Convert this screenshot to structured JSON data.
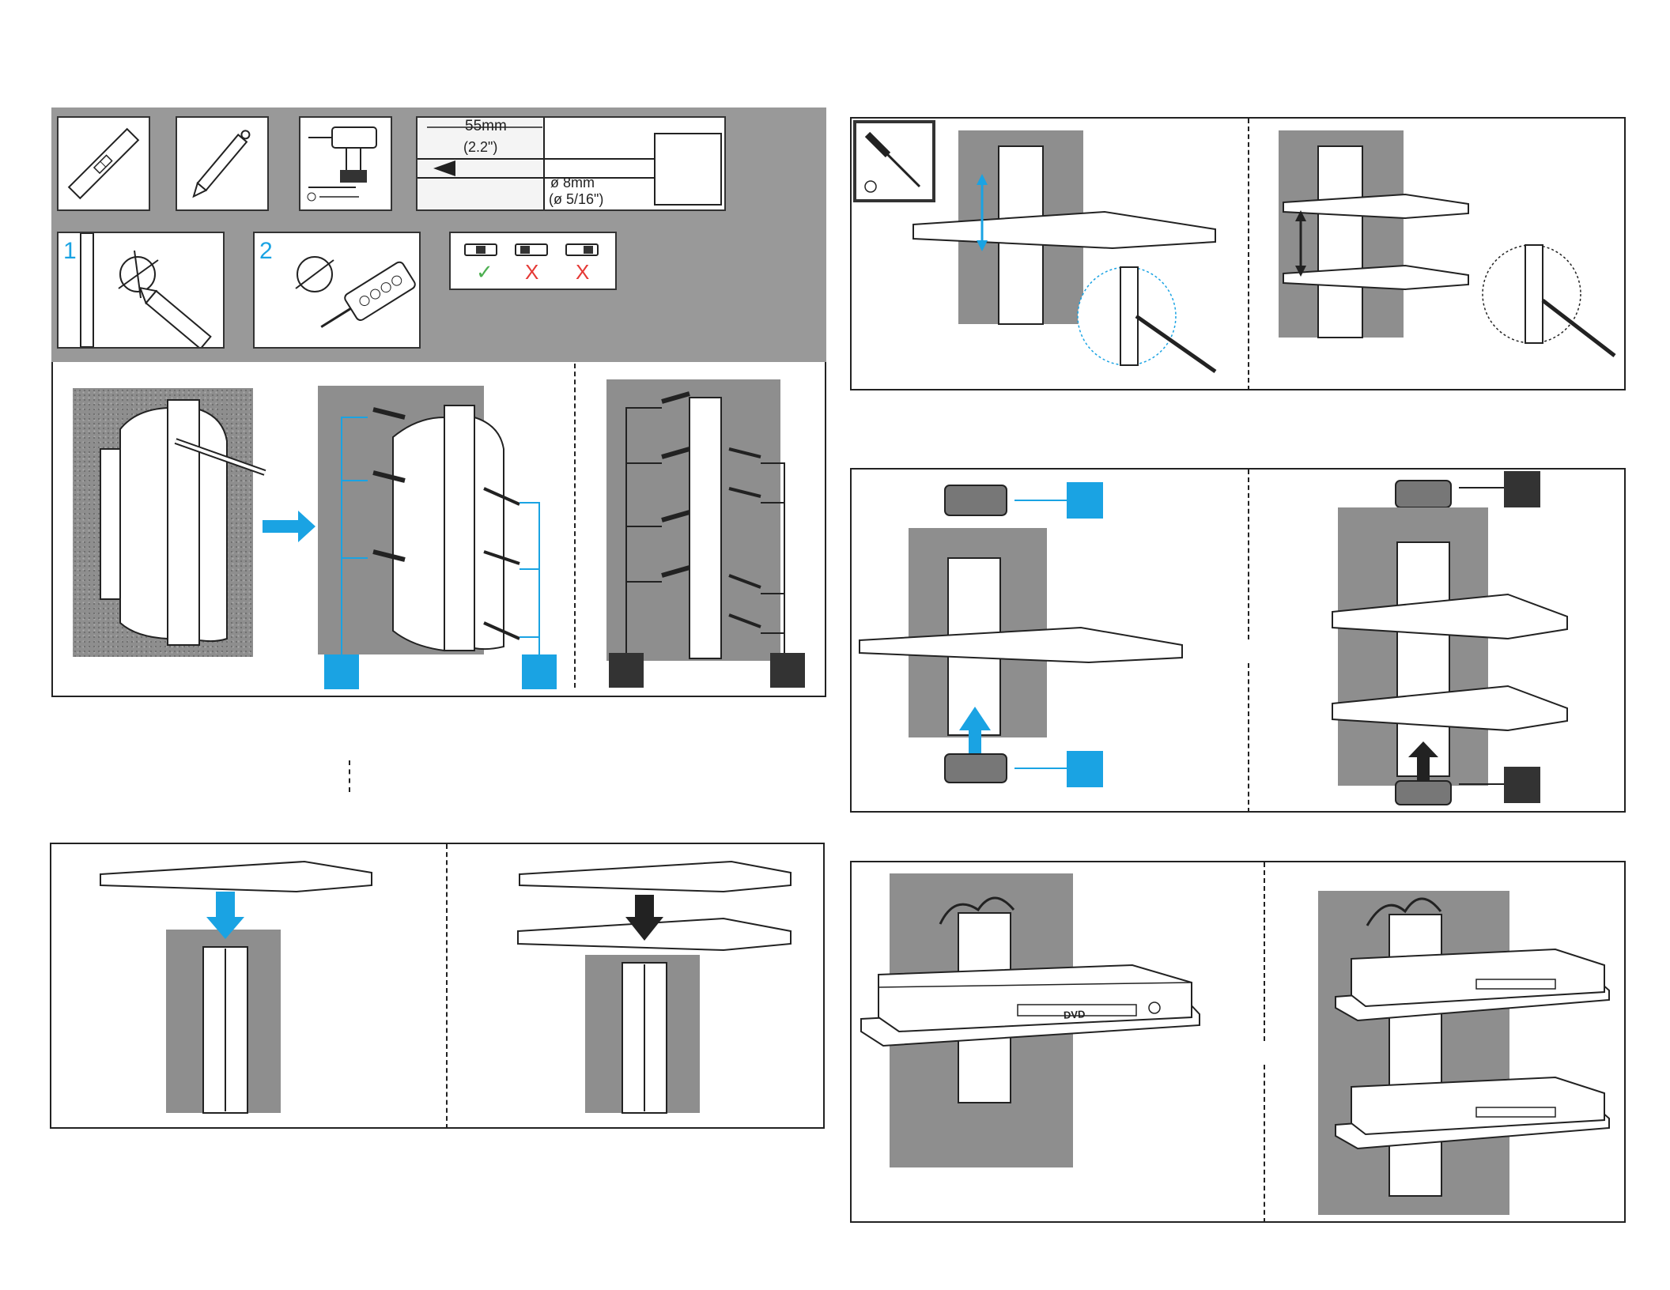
{
  "drill_tile": {
    "depth": "55mm",
    "depth_imperial": "(2.2\")",
    "diameter": "ø 8mm",
    "diameter_imperial": "(ø 5/16\")"
  },
  "steps": {
    "mark": "1",
    "drill": "2"
  },
  "level_check": {
    "ok_mark": "✓",
    "bad_mark_1": "X",
    "bad_mark_2": "X"
  },
  "dvd_player": {
    "label": "DVD"
  },
  "colors": {
    "accent": "#1aa3e3",
    "wall": "#8e8e8e",
    "tools_panel": "#999999",
    "dark": "#333333",
    "ok": "#4caf50",
    "bad": "#e53935"
  },
  "icons": [
    "level-icon",
    "pencil-icon",
    "drill-icon",
    "screwdriver-icon",
    "arrow-right-icon",
    "arrow-down-icon",
    "arrow-up-icon"
  ]
}
